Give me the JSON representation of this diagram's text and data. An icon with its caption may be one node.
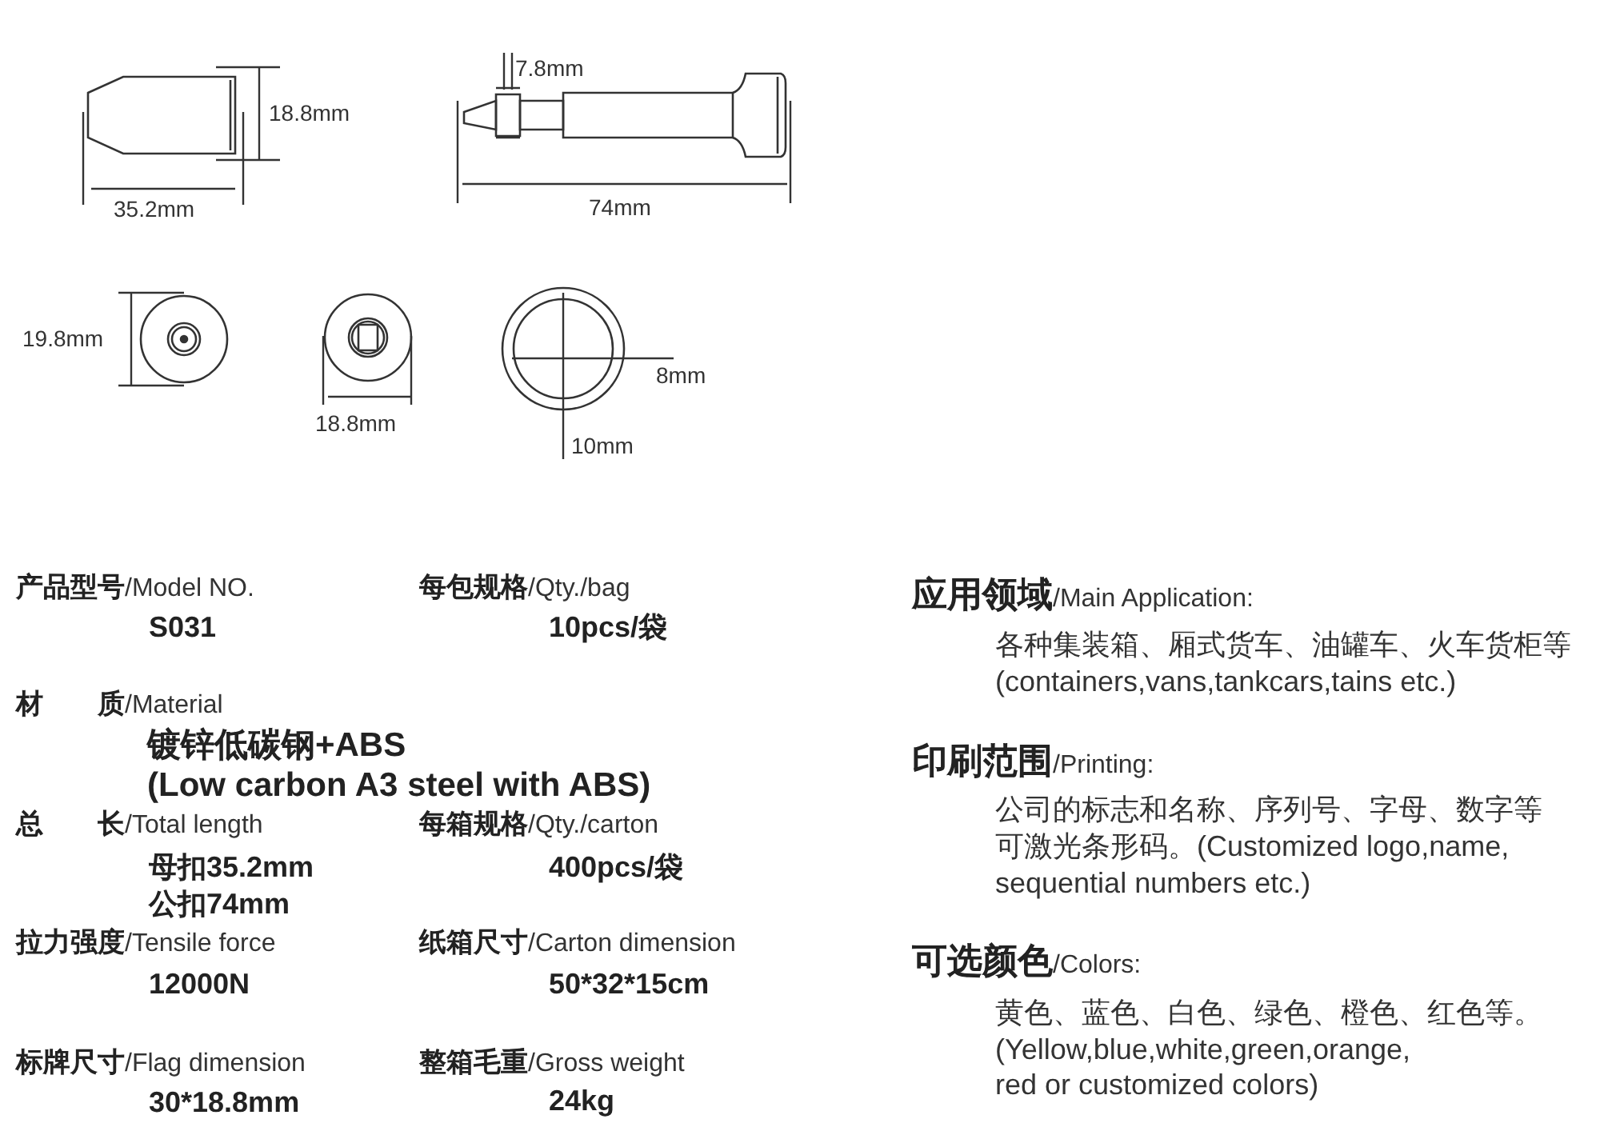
{
  "diagram": {
    "labels": [
      "7.8mm",
      "18.8mm",
      "35.2mm",
      "74mm",
      "19.8mm",
      "18.8mm",
      "8mm",
      "10mm",
      "**产品型号**/Model NO.",
      "**每包规格**/Qty./bag",
      "S031",
      "10pcs/袋",
      "**材　　质**/Material",
      "镀锌低碳钢+ABS",
      "(Low carbon A3 steel with ABS)",
      "**总　　长**/Total length",
      "**每箱规格**/Qty./carton",
      "母扣35.2mm",
      "公扣74mm",
      "400pcs/袋",
      "**拉力强度**/Tensile force",
      "**纸箱尺寸**/Carton dimension",
      "12000N",
      "50*32*15cm",
      "**标牌尺寸**/Flag dimension",
      "**整箱毛重**/Gross weight",
      "30*18.8mm",
      "24kg",
      "**应用领域**/Main Application:",
      "各种集装箱、厢式货车、油罐车、火车货柜等",
      "(containers,vans,tankcars,tains etc.)",
      "**印刷范围**/Printing:",
      "公司的标志和名称、序列号、字母、数字等",
      "可激光条形码。(Customized logo,name,",
      "sequential numbers etc.)",
      "**可选颜色**/Colors:",
      "黄色、蓝色、白色、绿色、橙色、红色等。",
      "(Yellow,blue,white,green,orange,",
      "red or customized colors)"
    ]
  }
}
